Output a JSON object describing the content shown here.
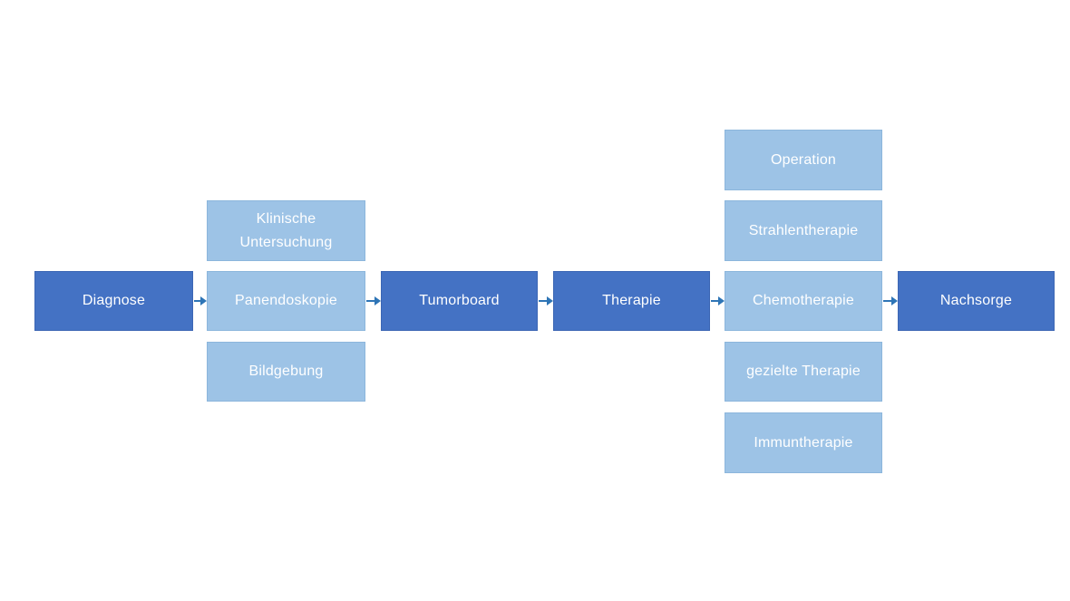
{
  "flow": {
    "diagnose": "Diagnose",
    "tumorboard": "Tumorboard",
    "therapie": "Therapie",
    "nachsorge": "Nachsorge"
  },
  "diagnostic_stack": [
    "Klinische Untersuchung",
    "Panendoskopie",
    "Bildgebung"
  ],
  "therapy_stack": [
    "Operation",
    "Strahlentherapie",
    "Chemotherapie",
    "gezielte Therapie",
    "Immuntherapie"
  ],
  "colors": {
    "primary_box": "#4472C4",
    "primary_border": "#3C66B4",
    "secondary_box": "#9DC3E6",
    "secondary_border": "#8CB6DC",
    "arrow": "#2E75B6",
    "box_text": "#FFFFFF",
    "background": "#FFFFFF"
  }
}
